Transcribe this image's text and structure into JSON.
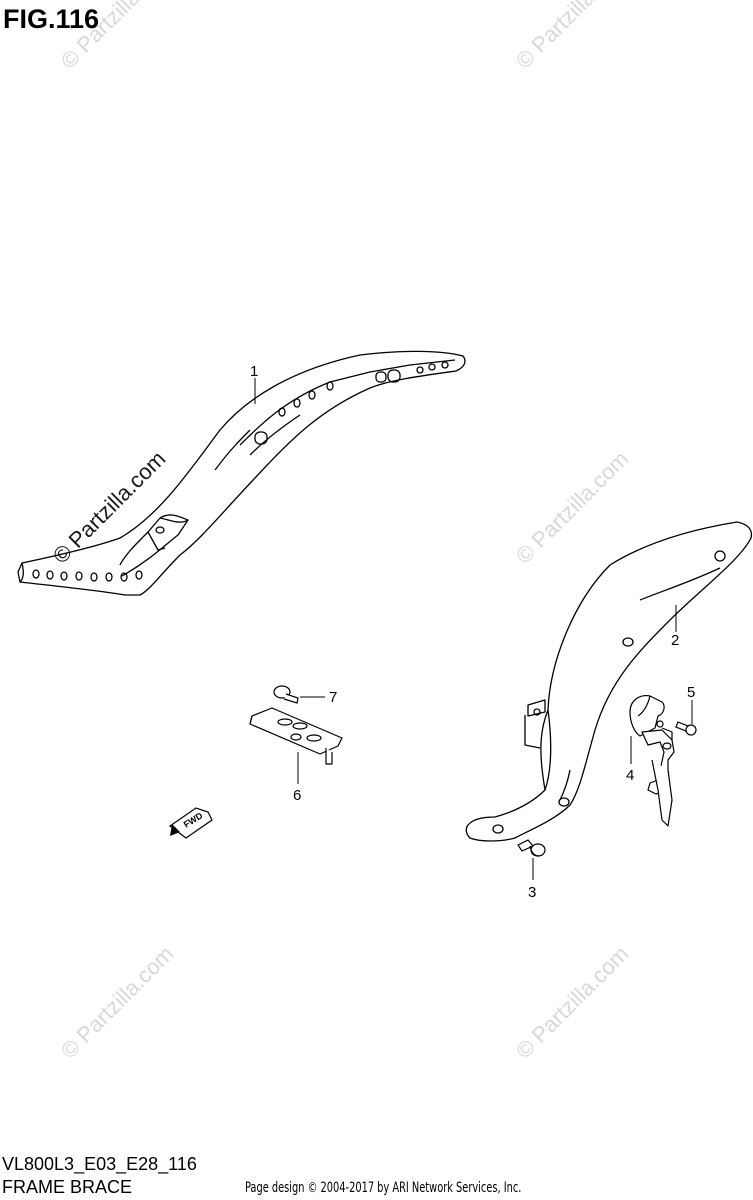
{
  "figure": {
    "title": "FIG.116",
    "model_code": "VL800L3_E03_E28_116",
    "description": "FRAME BRACE"
  },
  "footer": {
    "text": "Page design © 2004-2017 by ARI Network Services, Inc."
  },
  "watermark": {
    "text": "© Partzilla.com"
  },
  "callouts": [
    {
      "id": "1",
      "label": "1"
    },
    {
      "id": "2",
      "label": "2"
    },
    {
      "id": "3",
      "label": "3"
    },
    {
      "id": "4",
      "label": "4"
    },
    {
      "id": "5",
      "label": "5"
    },
    {
      "id": "6",
      "label": "6"
    },
    {
      "id": "7",
      "label": "7"
    }
  ],
  "direction_arrow": {
    "text": "FWD"
  }
}
